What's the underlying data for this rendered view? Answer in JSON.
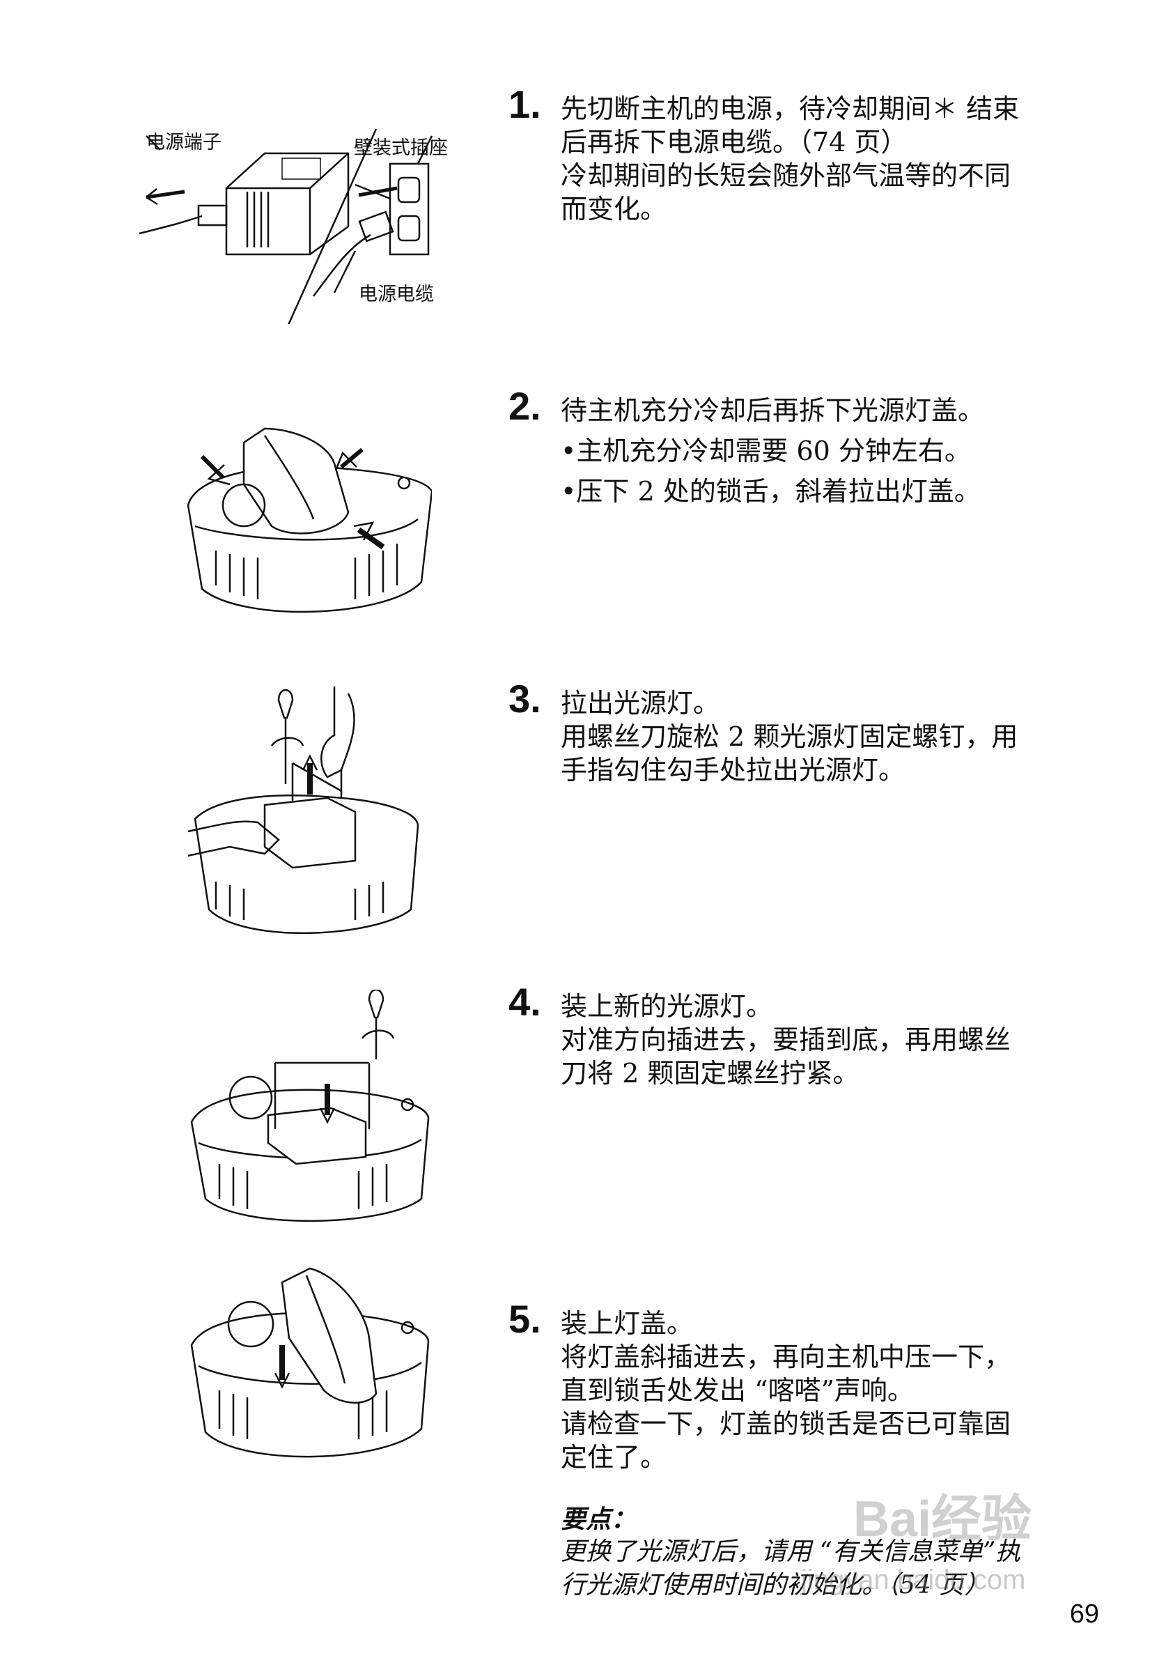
{
  "labels": {
    "power_terminal": "电源端子",
    "wall_outlet": "壁装式插座",
    "power_cable": "电源电缆"
  },
  "steps": [
    {
      "num": "1.",
      "title": "先切断主机的电源，待冷却期间＊ 结束",
      "body": [
        "后再拆下电源电缆。（74 页）",
        "冷却期间的长短会随外部气温等的不同",
        "而变化。"
      ]
    },
    {
      "num": "2.",
      "title": "待主机充分冷却后再拆下光源灯盖。",
      "bullets": [
        "主机充分冷却需要 60 分钟左右。",
        "压下 2 处的锁舌，斜着拉出灯盖。"
      ]
    },
    {
      "num": "3.",
      "title": "拉出光源灯。",
      "body": [
        "用螺丝刀旋松 2 颗光源灯固定螺钉，用",
        "手指勾住勾手处拉出光源灯。"
      ]
    },
    {
      "num": "4.",
      "title": "装上新的光源灯。",
      "body": [
        "对准方向插进去，要插到底，再用螺丝",
        "刀将 2 颗固定螺丝拧紧。"
      ]
    },
    {
      "num": "5.",
      "title": "装上灯盖。",
      "body": [
        "将灯盖斜插进去，再向主机中压一下，",
        "直到锁舌处发出 “喀嗒”声响。",
        "请检查一下，灯盖的锁舌是否已可靠固",
        "定住了。"
      ]
    }
  ],
  "note": {
    "title": "要点：",
    "lines": [
      "更换了光源灯后，请用 “有关信息菜单”执",
      "行光源灯使用时间的初始化。（54 页）"
    ]
  },
  "page_number": "69",
  "watermark": "jingyan.baidu.com",
  "watermark_brand": "Bai经验"
}
